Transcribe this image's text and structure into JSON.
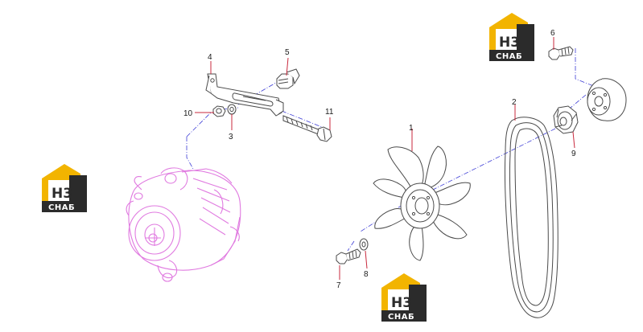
{
  "callouts": [
    {
      "id": "1",
      "label": "1"
    },
    {
      "id": "2",
      "label": "2"
    },
    {
      "id": "3",
      "label": "3"
    },
    {
      "id": "4",
      "label": "4"
    },
    {
      "id": "5",
      "label": "5"
    },
    {
      "id": "6",
      "label": "6"
    },
    {
      "id": "7",
      "label": "7"
    },
    {
      "id": "8",
      "label": "8"
    },
    {
      "id": "9",
      "label": "9"
    },
    {
      "id": "10",
      "label": "10"
    },
    {
      "id": "11",
      "label": "11"
    }
  ],
  "watermark": {
    "top": "H3",
    "bottom": "СНАБ"
  },
  "colors": {
    "line_art": "#4a4a4a",
    "leader": "#c8283c",
    "centerline": "#3d3dd6",
    "alternator": "#e07ae0",
    "logo_yellow": "#f2b400",
    "logo_dark": "#2b2b2b"
  }
}
